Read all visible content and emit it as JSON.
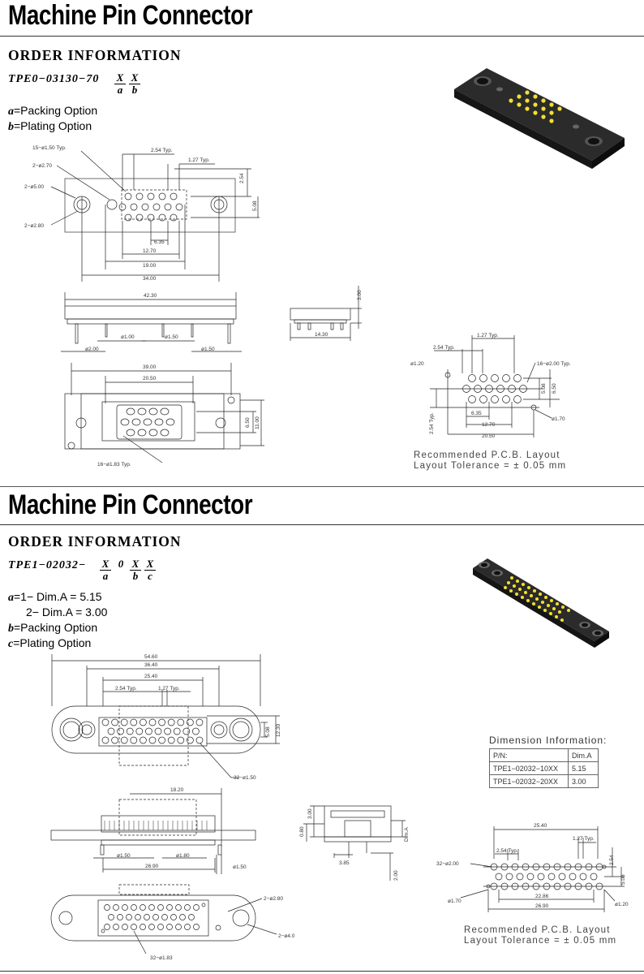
{
  "section1": {
    "title": "Machine Pin Connector",
    "order_heading": "ORDER  INFORMATION",
    "part_prefix": "TPE0−03130−70",
    "code_a": "X",
    "sub_a": "a",
    "code_b": "X",
    "sub_b": "b",
    "options": [
      {
        "key": "a",
        "text": "=Packing Option"
      },
      {
        "key": "b",
        "text": "=Plating Option"
      }
    ],
    "dims": {
      "holes15": "15−ø1.50 Typ.",
      "holes2_270": "2−ø2.70",
      "holes2_500": "2−ø5.00",
      "holes2_280": "2−ø2.80",
      "pitch": "2.54 Typ.",
      "pitch_half": "1.27 Typ.",
      "d254": "2.54",
      "d508": "5.08",
      "d635": "6.35",
      "d1270": "12.70",
      "d1900": "19.00",
      "d3400": "34.00",
      "d4230": "42.30",
      "d300": "3.00",
      "d1430": "14.30",
      "d100": "ø1.00",
      "d150": "ø1.50",
      "d200": "ø2.00",
      "d150b": "ø1.50",
      "d3900": "39.00",
      "d2050": "20.50",
      "d650": "6.50",
      "d1100": "11.00",
      "holes16": "16−ø1.83 Typ."
    },
    "pcb": {
      "pitch_half": "1.27 Typ.",
      "pitch": "2.54 Typ.",
      "d120": "ø1.20",
      "holes16": "16−ø2.00 Typ.",
      "d508": "5.08",
      "d650": "6.50",
      "d254": "2.54 Typ.",
      "d635": "6.35",
      "d1270": "12.70",
      "d2050": "20.50",
      "d170": "ø1.70"
    },
    "pcb_caption_1": "Recommended   P.C.B. Layout",
    "pcb_caption_2": "Layout  Tolerance  =  ±  0.05  mm"
  },
  "section2": {
    "title": "Machine Pin Connector",
    "order_heading": "ORDER  INFORMATION",
    "part_prefix": "TPE1−02032−",
    "code_a": "X",
    "sub_a": "a",
    "zero": "0",
    "code_b": "X",
    "sub_b": "b",
    "code_c": "X",
    "sub_c": "c",
    "options": [
      {
        "key": "a",
        "text": "=1− Dim.A = 5.15"
      },
      {
        "key": "",
        "text": "2− Dim.A = 3.00"
      },
      {
        "key": "b",
        "text": "=Packing  Option"
      },
      {
        "key": "c",
        "text": "=Plating  Option"
      }
    ],
    "dims": {
      "d5460": "54.60",
      "d3640": "36.40",
      "d2540": "25.40",
      "pitch": "2.54 Typ.",
      "pitch_half": "1.27 Typ.",
      "d508": "5.08",
      "d1230": "12.30",
      "holes32": "32−ø1.50",
      "d1820": "18.20",
      "d150": "ø1.50",
      "d180": "ø1.80",
      "d2690": "26.90",
      "d150b": "ø1.50",
      "d300": "3.00",
      "d080": "0.80",
      "dima": "Dim.A",
      "d385": "3.85",
      "d200": "2.00",
      "holes2_280": "2−ø2.80",
      "holes2_400": "2−ø4.0",
      "holes32b": "32−ø1.83"
    },
    "dim_info": {
      "caption": "Dimension  Information:",
      "header": [
        "P/N:",
        "Dim.A"
      ],
      "rows": [
        [
          "TPE1−02032−10XX",
          "5.15"
        ],
        [
          "TPE1−02032−20XX",
          "3.00"
        ]
      ]
    },
    "pcb": {
      "d2540": "25.40",
      "pitch_half": "1.27 Typ.",
      "holes32": "32−ø2.00",
      "pitch": "2.54 Typ.",
      "d254": "2.54",
      "d508": "5.08",
      "d170": "ø1.70",
      "d2286": "22.86",
      "d2690": "26.90",
      "d120": "ø1.20"
    },
    "pcb_caption_1": "Recommended   P.C.B.  Layout",
    "pcb_caption_2": "Layout  Tolerance  =  ±  0.05  mm"
  }
}
